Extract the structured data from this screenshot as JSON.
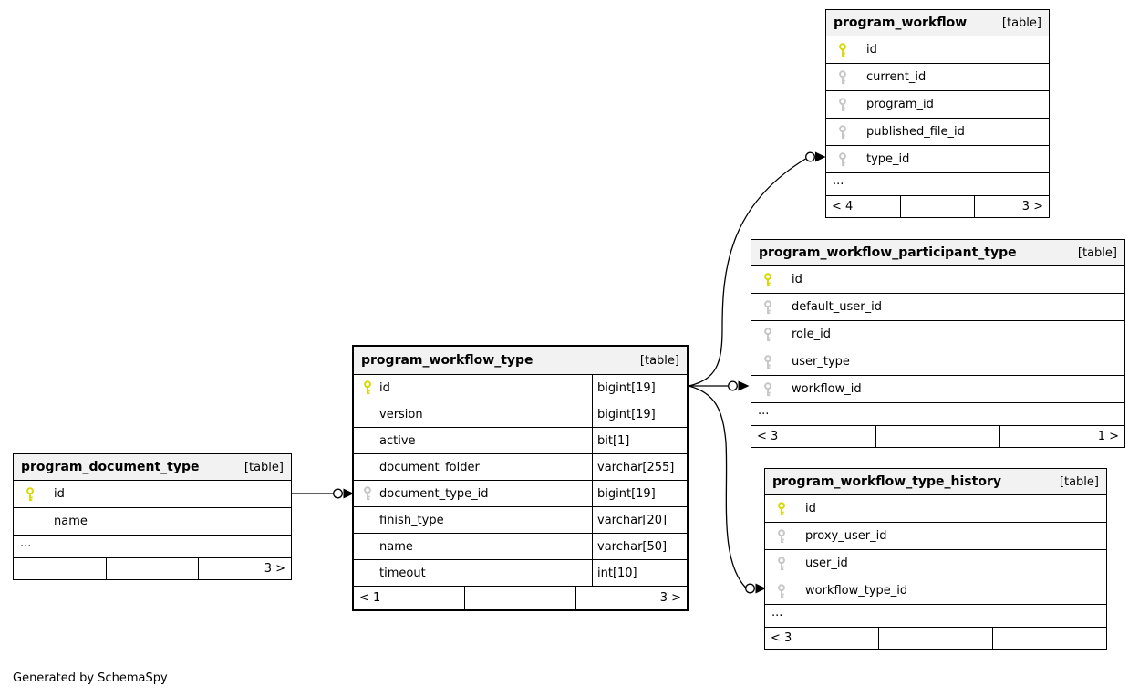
{
  "page": {
    "generated_note": "Generated by SchemaSpy"
  },
  "colors": {
    "primary_key": "#d8d800",
    "foreign_key": "#c6c6c6",
    "header_bg": "#f2f2f2",
    "line": "#000000"
  },
  "diagram": {
    "tables": [
      {
        "id": "program_workflow",
        "name": "program_workflow",
        "badge": "[table]",
        "focus": false,
        "columns": [
          {
            "name": "id",
            "key": "primary"
          },
          {
            "name": "current_id",
            "key": "foreign"
          },
          {
            "name": "program_id",
            "key": "foreign"
          },
          {
            "name": "published_file_id",
            "key": "foreign"
          },
          {
            "name": "type_id",
            "key": "foreign"
          }
        ],
        "more": "...",
        "footer": {
          "left": "< 4",
          "center": "",
          "right": "3 >"
        }
      },
      {
        "id": "program_workflow_participant_type",
        "name": "program_workflow_participant_type",
        "badge": "[table]",
        "focus": false,
        "columns": [
          {
            "name": "id",
            "key": "primary"
          },
          {
            "name": "default_user_id",
            "key": "foreign"
          },
          {
            "name": "role_id",
            "key": "foreign"
          },
          {
            "name": "user_type",
            "key": "foreign"
          },
          {
            "name": "workflow_id",
            "key": "foreign"
          }
        ],
        "more": "...",
        "footer": {
          "left": "< 3",
          "center": "",
          "right": "1 >"
        }
      },
      {
        "id": "program_workflow_type",
        "name": "program_workflow_type",
        "badge": "[table]",
        "focus": true,
        "columns": [
          {
            "name": "id",
            "key": "primary",
            "type": "bigint[19]"
          },
          {
            "name": "version",
            "key": "",
            "type": "bigint[19]"
          },
          {
            "name": "active",
            "key": "",
            "type": "bit[1]"
          },
          {
            "name": "document_folder",
            "key": "",
            "type": "varchar[255]"
          },
          {
            "name": "document_type_id",
            "key": "foreign",
            "type": "bigint[19]"
          },
          {
            "name": "finish_type",
            "key": "",
            "type": "varchar[20]"
          },
          {
            "name": "name",
            "key": "",
            "type": "varchar[50]"
          },
          {
            "name": "timeout",
            "key": "",
            "type": "int[10]"
          }
        ],
        "footer": {
          "left": "< 1",
          "center": "",
          "right": "3 >"
        }
      },
      {
        "id": "program_document_type",
        "name": "program_document_type",
        "badge": "[table]",
        "focus": false,
        "columns": [
          {
            "name": "id",
            "key": "primary"
          },
          {
            "name": "name",
            "key": ""
          }
        ],
        "more": "...",
        "footer": {
          "left": "",
          "center": "",
          "right": "3 >"
        }
      },
      {
        "id": "program_workflow_type_history",
        "name": "program_workflow_type_history",
        "badge": "[table]",
        "focus": false,
        "columns": [
          {
            "name": "id",
            "key": "primary"
          },
          {
            "name": "proxy_user_id",
            "key": "foreign"
          },
          {
            "name": "user_id",
            "key": "foreign"
          },
          {
            "name": "workflow_type_id",
            "key": "foreign"
          }
        ],
        "more": "...",
        "footer": {
          "left": "< 3",
          "center": "",
          "right": ""
        }
      }
    ],
    "relationships": [
      {
        "from_table": "program_document_type",
        "from_column": "id",
        "to_table": "program_workflow_type",
        "to_column": "document_type_id"
      },
      {
        "from_table": "program_workflow_type",
        "from_column": "id",
        "to_table": "program_workflow",
        "to_column": "type_id"
      },
      {
        "from_table": "program_workflow_type",
        "from_column": "id",
        "to_table": "program_workflow_participant_type",
        "to_column": "workflow_id"
      },
      {
        "from_table": "program_workflow_type",
        "from_column": "id",
        "to_table": "program_workflow_type_history",
        "to_column": "workflow_type_id"
      }
    ]
  }
}
